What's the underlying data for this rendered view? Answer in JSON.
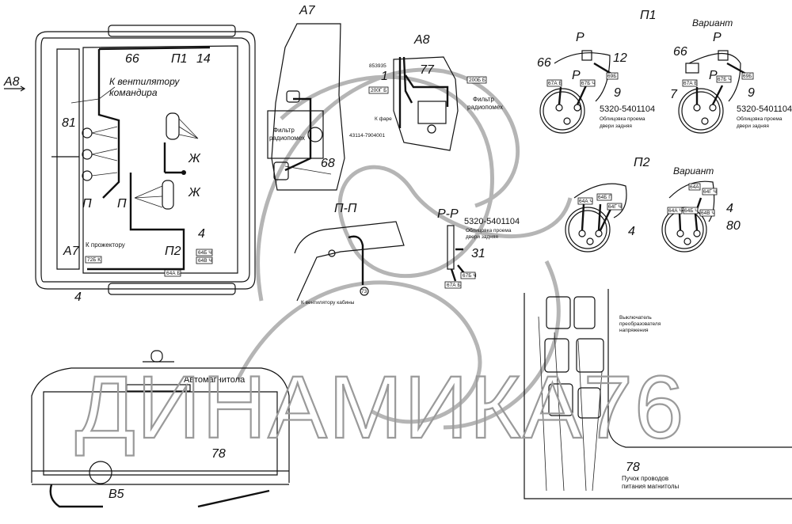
{
  "watermark": {
    "text": "ДИНАМИКА76",
    "color": "#9a9a9a"
  },
  "cab_top_view": {
    "view_arrow_a8": "А8",
    "wire_66": "66",
    "section_p1": "П1",
    "wire_14": "14",
    "fan_note_line1": "К вентилятору",
    "fan_note_line2": "командира",
    "wire_81": "81",
    "section_p_left": "П",
    "section_p_right": "П",
    "zh_top": "Ж",
    "zh_bottom": "Ж",
    "wire_4_right": "4",
    "view_a7": "А7",
    "spotlight_note": "К прожектору",
    "tag_72b": "72Б К",
    "section_p2": "П2",
    "tag_64v": "64Б Ч",
    "tag_64g": "64В Ч",
    "tag_64a": "64А Б",
    "wire_4_bottom": "4"
  },
  "view_a7": {
    "title": "А7",
    "filter_line1": "Фильтр",
    "filter_line2": "радиопомех",
    "wire_68": "68"
  },
  "view_a8": {
    "title": "А8",
    "part_853935": "853935",
    "wire_77": "77",
    "wire_1": "1",
    "tag_200g": "200Г Б",
    "tag_200b": "200Б Б",
    "filter_line1": "Фильтр",
    "filter_line2": "радиопомех",
    "headlight_note": "К фаре",
    "part_43114": "43114-7904001"
  },
  "section_pp": {
    "title": "П-П",
    "fan_note": "К вентилятору кабины",
    "wire_73": "73"
  },
  "section_rr": {
    "title": "Р-Р",
    "part_number": "5320-5401104",
    "desc_line1": "Облицовка проема",
    "desc_line2": "двери задняя",
    "wire_31": "31",
    "tag_67b": "67Б Ч",
    "tag_67": "67А Б"
  },
  "view_p1": {
    "title": "П1",
    "section_mark": "Р",
    "section_mark2": "Р",
    "wire_66": "66",
    "wire_12": "12",
    "wire_9": "9",
    "tag_67a": "67А Б",
    "tag_67b": "67Б Ч",
    "tag_69": "69Б",
    "part_number": "5320-5401104",
    "desc_line1": "Облицовка проема",
    "desc_line2": "двери задняя"
  },
  "view_p1_variant": {
    "title": "Вариант",
    "section_mark": "Р",
    "section_mark2": "Р",
    "wire_66": "66",
    "wire_7": "7",
    "wire_9": "9",
    "tag_67a": "67А Б",
    "tag_67b": "67Б Ч",
    "tag_69": "69Б",
    "part_number": "5320-5401104",
    "desc_line1": "Облицовка проема",
    "desc_line2": "двери задняя"
  },
  "view_p2": {
    "title": "П2",
    "tag_64a": "64А Ч",
    "tag_64b": "64Б П",
    "tag_64g": "64Г Ч",
    "wire_4": "4"
  },
  "view_p2_variant": {
    "title": "Вариант",
    "tag_64a_top": "64А",
    "tag_64g_top": "64Г Ч",
    "tag_64a": "64А Ч",
    "tag_64b": "64Б Ч",
    "tag_64v": "64В Ч",
    "wire_4": "4",
    "wire_80": "80"
  },
  "rear_view": {
    "radio_label": "Автомагнитола",
    "wire_78": "78",
    "view_b5": "В5"
  },
  "panel_view": {
    "switch_note_line1": "Выключатель",
    "switch_note_line2": "преобразователя",
    "switch_note_line3": "напряжения",
    "wire_78": "78",
    "bundle_note_line1": "Пучок проводов",
    "bundle_note_line2": "питания магнитолы"
  }
}
